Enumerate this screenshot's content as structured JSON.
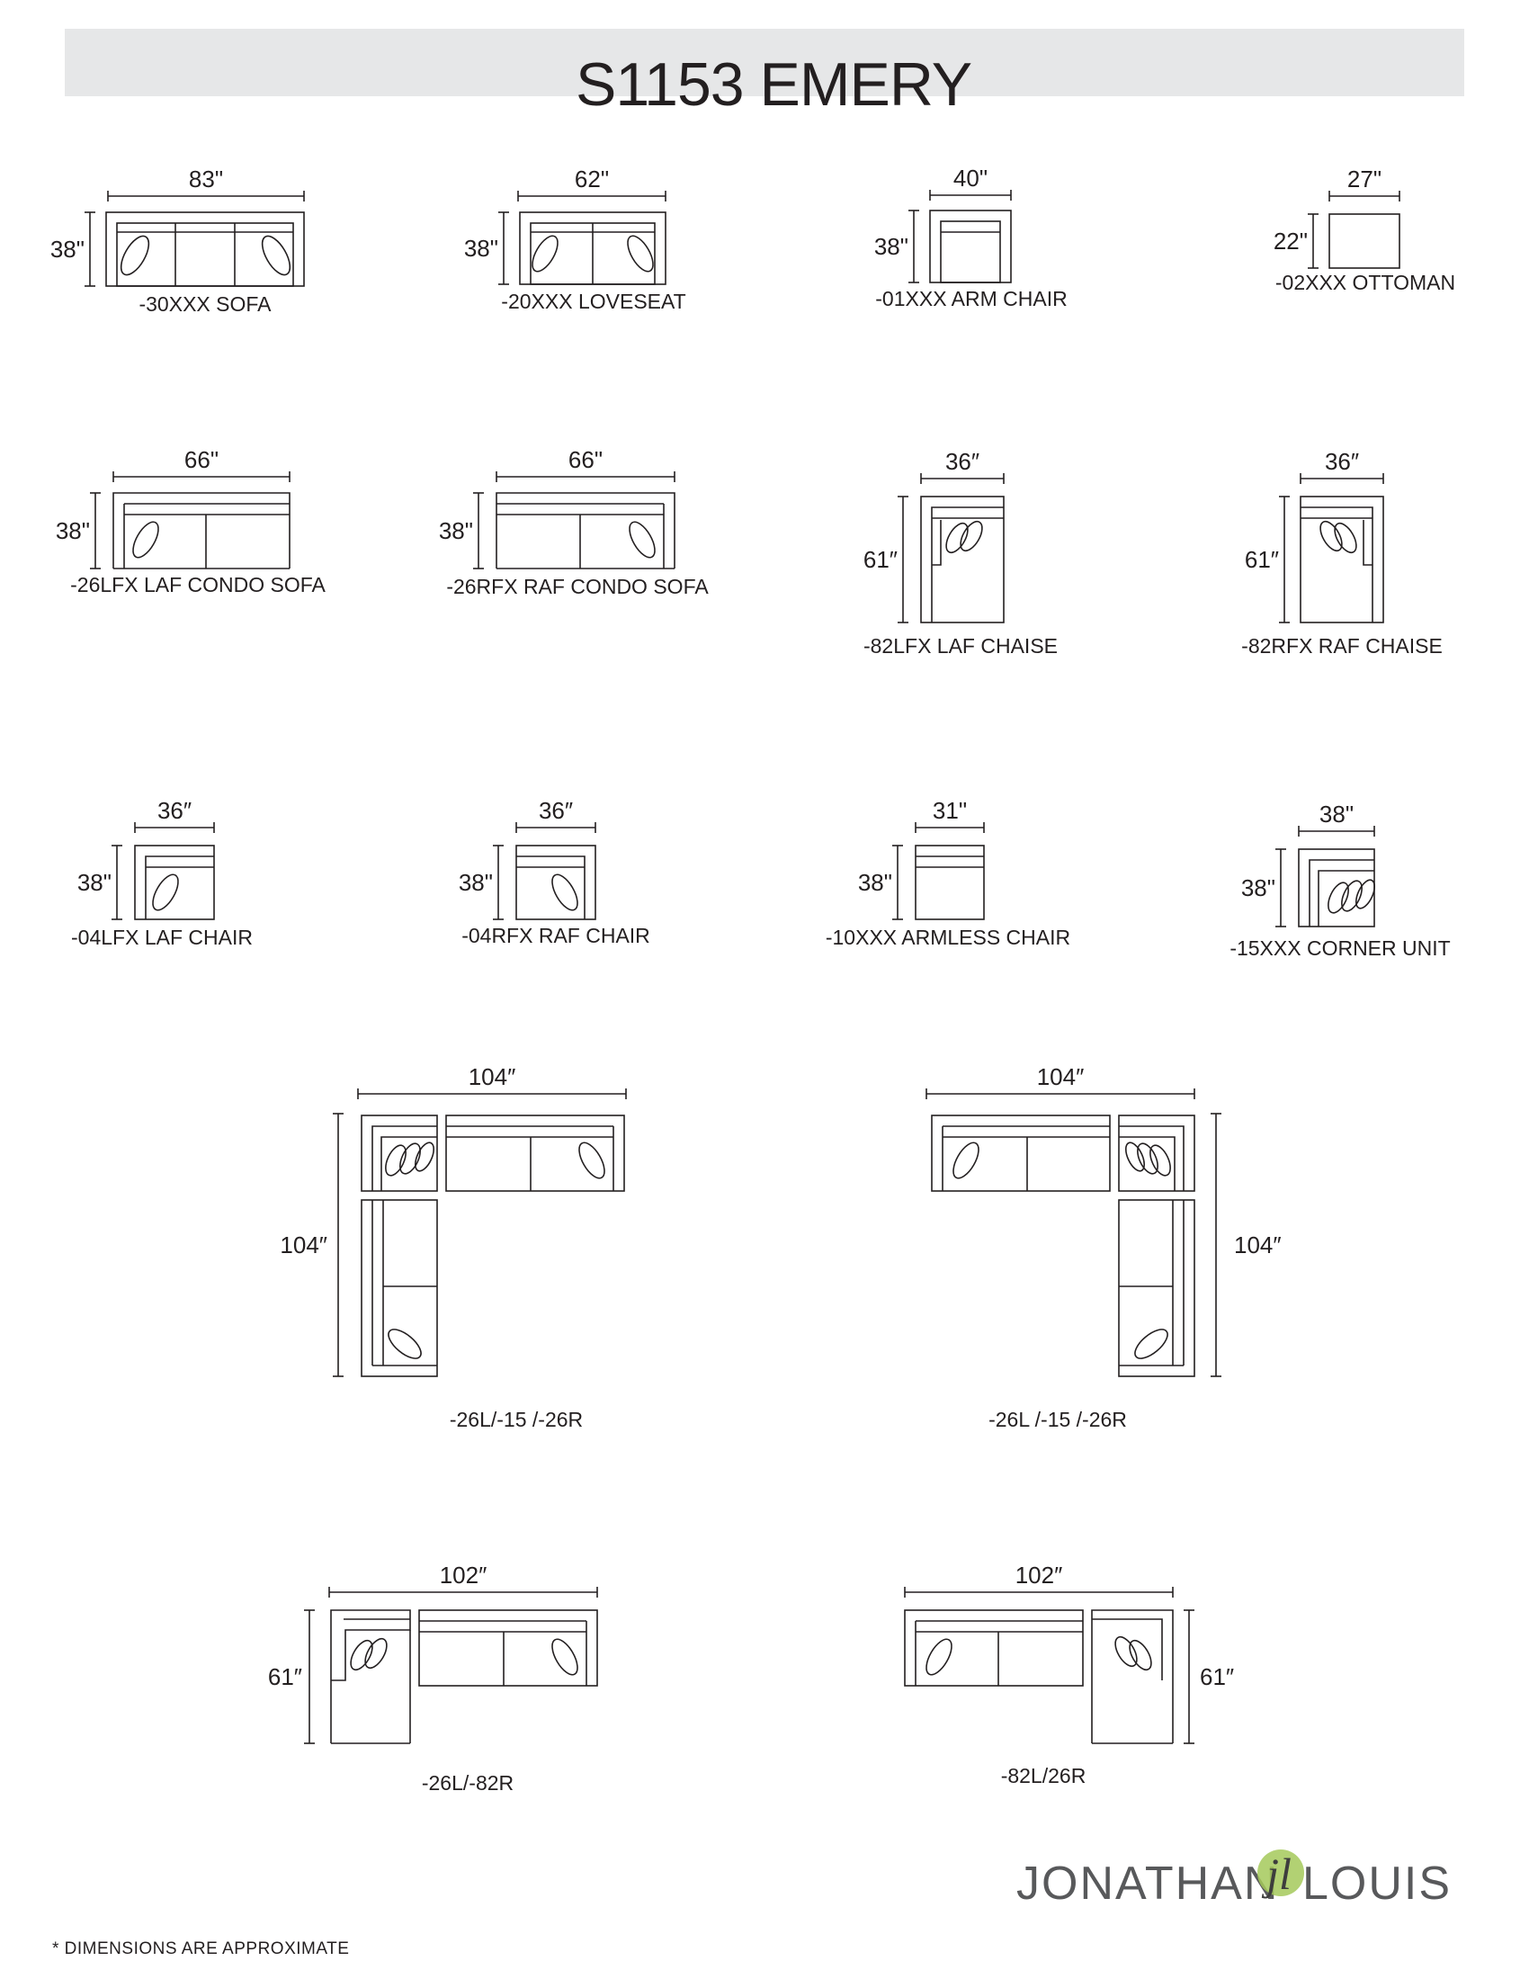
{
  "header": {
    "title": "S1153 EMERY"
  },
  "brand": {
    "first": "JONATHAN",
    "mark": "jl",
    "last": "LOUIS"
  },
  "footnote": "* DIMENSIONS ARE APPROXIMATE",
  "units": [
    {
      "code": "-30XXX SOFA",
      "width": "83\"",
      "depth": "38\""
    },
    {
      "code": "-20XXX LOVESEAT",
      "width": "62\"",
      "depth": "38\""
    },
    {
      "code": "-01XXX ARM CHAIR",
      "width": "40\"",
      "depth": "38\""
    },
    {
      "code": "-02XXX OTTOMAN",
      "width": "27\"",
      "depth": "22\""
    },
    {
      "code": "-26LFX LAF CONDO SOFA",
      "width": "66\"",
      "depth": "38\""
    },
    {
      "code": "-26RFX RAF CONDO SOFA",
      "width": "66\"",
      "depth": "38\""
    },
    {
      "code": "-82LFX LAF CHAISE",
      "width": "36″",
      "depth": "61″"
    },
    {
      "code": "-82RFX RAF CHAISE",
      "width": "36″",
      "depth": "61″"
    },
    {
      "code": "-04LFX LAF CHAIR",
      "width": "36″",
      "depth": "38\""
    },
    {
      "code": "-04RFX RAF CHAIR",
      "width": "36″",
      "depth": "38\""
    },
    {
      "code": "-10XXX ARMLESS CHAIR",
      "width": "31\"",
      "depth": "38\""
    },
    {
      "code": "-15XXX CORNER UNIT",
      "width": "38\"",
      "depth": "38\""
    }
  ],
  "configs": [
    {
      "code": "-26L/-15 /-26R",
      "width": "104″",
      "depth": "104″"
    },
    {
      "code": "-26L /-15 /-26R",
      "width": "104″",
      "depth": "104″"
    },
    {
      "code": "-26L/-82R",
      "width": "102″",
      "depth": "61″"
    },
    {
      "code": "-82L/26R",
      "width": "102″",
      "depth": "61″"
    }
  ],
  "colors": {
    "line": "#231f20",
    "title_bar": "#e6e7e8",
    "logo_mark": "#a4c95a",
    "logo_text": "#58595b"
  }
}
